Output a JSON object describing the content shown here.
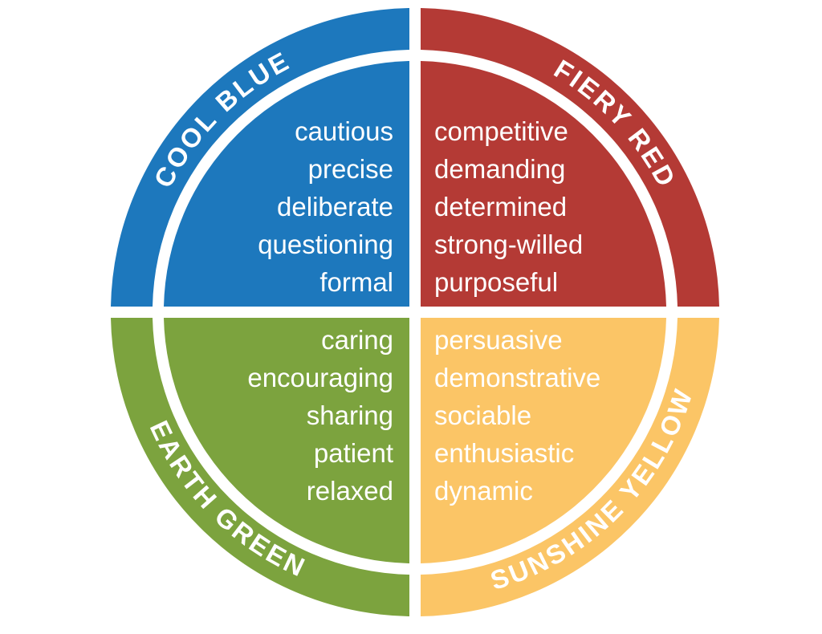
{
  "wheel": {
    "quadrants": {
      "cool_blue": {
        "label": "COOL BLUE",
        "color": "#1d78bd",
        "traits": [
          "cautious",
          "precise",
          "deliberate",
          "questioning",
          "formal"
        ]
      },
      "fiery_red": {
        "label": "FIERY RED",
        "color": "#b43a35",
        "traits": [
          "competitive",
          "demanding",
          "determined",
          "strong-willed",
          "purposeful"
        ]
      },
      "earth_green": {
        "label": "EARTH GREEN",
        "color": "#7ca33e",
        "traits": [
          "caring",
          "encouraging",
          "sharing",
          "patient",
          "relaxed"
        ]
      },
      "sunshine_yellow": {
        "label": "SUNSHINE YELLOW",
        "color": "#fbc566",
        "traits": [
          "persuasive",
          "demonstrative",
          "sociable",
          "enthusiastic",
          "dynamic"
        ]
      }
    }
  }
}
